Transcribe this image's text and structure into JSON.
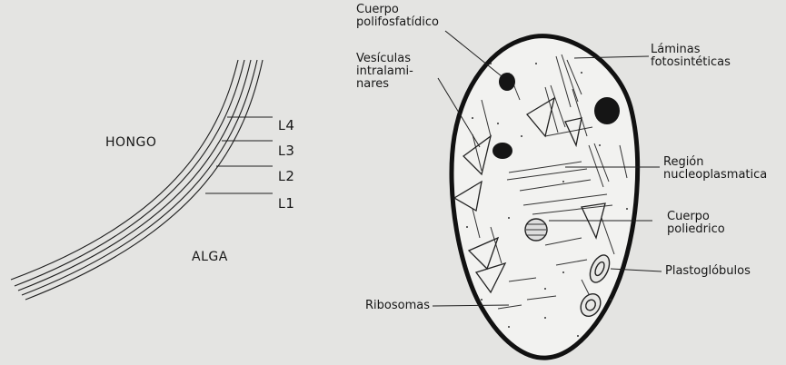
{
  "left_diagram": {
    "hongo": "HONGO",
    "alga": "ALGA",
    "layers": [
      {
        "base": "L",
        "sub": "4"
      },
      {
        "base": "L",
        "sub": "3"
      },
      {
        "base": "L",
        "sub": "2"
      },
      {
        "base": "L",
        "sub": "1"
      }
    ]
  },
  "right_diagram": {
    "labels": {
      "cuerpo_polifosfatidico": "Cuerpo\npolifosfatídico",
      "vesiculas_intralaminares": "Vesículas\nintralami-\nnares",
      "laminas_fotosinteticas": "Láminas\nfotosintéticas",
      "region_nucleoplasmatica": "Región\nnucleoplasmatica",
      "cuerpo_poliedrico": "Cuerpo\npoliedrico",
      "plastoglobulos": "Plastoglóbulos",
      "ribosomas": "Ribosomas"
    }
  }
}
